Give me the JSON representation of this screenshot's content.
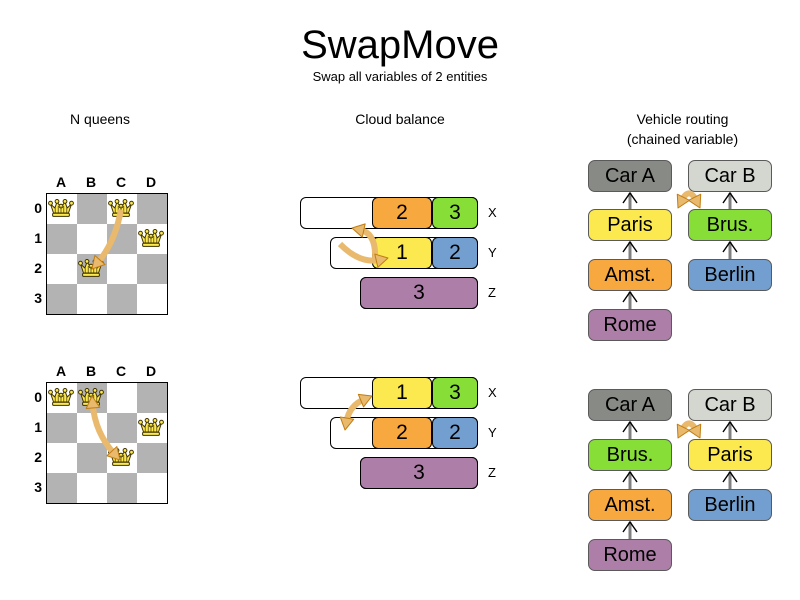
{
  "header": {
    "title": "SwapMove",
    "subtitle": "Swap all variables of 2 entities"
  },
  "sections": {
    "nqueens": {
      "heading": "N queens"
    },
    "cloud": {
      "heading": "Cloud balance"
    },
    "vrp": {
      "heading_line1": "Vehicle routing",
      "heading_line2": "(chained variable)"
    }
  },
  "colors": {
    "orange": "#F7A83E",
    "green": "#87DE37",
    "yellow": "#FCE94F",
    "blue": "#729FCF",
    "purple": "#AD7FA8",
    "car_a_gray": "#888A85",
    "car_b_gray": "#D3D7CF",
    "board_dark": "#B3B3B3",
    "board_light": "#FFFFFF",
    "arrow": "#E9B96E",
    "arrow_stroke": "#C17D11",
    "queen": "#FCE94F",
    "link_gray": "#808080"
  },
  "nqueens": {
    "column_labels": [
      "A",
      "B",
      "C",
      "D"
    ],
    "row_labels": [
      "0",
      "1",
      "2",
      "3"
    ],
    "before": {
      "queens": [
        {
          "col": 0,
          "row": 0,
          "name": "queen-a0"
        },
        {
          "col": 2,
          "row": 0,
          "name": "queen-c0"
        },
        {
          "col": 3,
          "row": 1,
          "name": "queen-d1"
        },
        {
          "col": 1,
          "row": 2,
          "name": "queen-b2"
        }
      ],
      "swap_from": {
        "col": 2,
        "row": 0
      },
      "swap_to": {
        "col": 1,
        "row": 2
      }
    },
    "after": {
      "queens": [
        {
          "col": 0,
          "row": 0,
          "name": "queen-a0"
        },
        {
          "col": 1,
          "row": 0,
          "name": "queen-b0"
        },
        {
          "col": 3,
          "row": 1,
          "name": "queen-d1"
        },
        {
          "col": 2,
          "row": 2,
          "name": "queen-c2"
        }
      ],
      "swap_from": {
        "col": 1,
        "row": 0
      },
      "swap_to": {
        "col": 2,
        "row": 2
      }
    }
  },
  "cloud_balance": {
    "before": {
      "rows": [
        {
          "label": "X",
          "blocks": [
            {
              "value": "2",
              "color": "#F7A83E",
              "name": "cloud-block-orange-2"
            },
            {
              "value": "3",
              "color": "#87DE37",
              "name": "cloud-block-green-3"
            }
          ]
        },
        {
          "label": "Y",
          "blocks": [
            {
              "value": "1",
              "color": "#FCE94F",
              "name": "cloud-block-yellow-1"
            },
            {
              "value": "2",
              "color": "#729FCF",
              "name": "cloud-block-blue-2"
            }
          ]
        },
        {
          "label": "Z",
          "blocks": [
            {
              "value": "3",
              "color": "#AD7FA8",
              "name": "cloud-block-purple-3"
            }
          ]
        }
      ]
    },
    "after": {
      "rows": [
        {
          "label": "X",
          "blocks": [
            {
              "value": "1",
              "color": "#FCE94F",
              "name": "cloud-block-yellow-1"
            },
            {
              "value": "3",
              "color": "#87DE37",
              "name": "cloud-block-green-3"
            }
          ]
        },
        {
          "label": "Y",
          "blocks": [
            {
              "value": "2",
              "color": "#F7A83E",
              "name": "cloud-block-orange-2"
            },
            {
              "value": "2",
              "color": "#729FCF",
              "name": "cloud-block-blue-2"
            }
          ]
        },
        {
          "label": "Z",
          "blocks": [
            {
              "value": "3",
              "color": "#AD7FA8",
              "name": "cloud-block-purple-3"
            }
          ]
        }
      ]
    }
  },
  "vehicle_routing": {
    "before": {
      "chain_a": [
        {
          "label": "Car A",
          "color": "#888A85",
          "name": "vrp-node-car-a"
        },
        {
          "label": "Paris",
          "color": "#FCE94F",
          "name": "vrp-node-paris"
        },
        {
          "label": "Amst.",
          "color": "#F7A83E",
          "name": "vrp-node-amst"
        },
        {
          "label": "Rome",
          "color": "#AD7FA8",
          "name": "vrp-node-rome"
        }
      ],
      "chain_b": [
        {
          "label": "Car B",
          "color": "#D3D7CF",
          "name": "vrp-node-car-b"
        },
        {
          "label": "Brus.",
          "color": "#87DE37",
          "name": "vrp-node-brus"
        },
        {
          "label": "Berlin",
          "color": "#729FCF",
          "name": "vrp-node-berlin"
        }
      ]
    },
    "after": {
      "chain_a": [
        {
          "label": "Car A",
          "color": "#888A85",
          "name": "vrp-node-car-a"
        },
        {
          "label": "Brus.",
          "color": "#87DE37",
          "name": "vrp-node-brus"
        },
        {
          "label": "Amst.",
          "color": "#F7A83E",
          "name": "vrp-node-amst"
        },
        {
          "label": "Rome",
          "color": "#AD7FA8",
          "name": "vrp-node-rome"
        }
      ],
      "chain_b": [
        {
          "label": "Car B",
          "color": "#D3D7CF",
          "name": "vrp-node-car-b"
        },
        {
          "label": "Paris",
          "color": "#FCE94F",
          "name": "vrp-node-paris"
        },
        {
          "label": "Berlin",
          "color": "#729FCF",
          "name": "vrp-node-berlin"
        }
      ]
    }
  }
}
